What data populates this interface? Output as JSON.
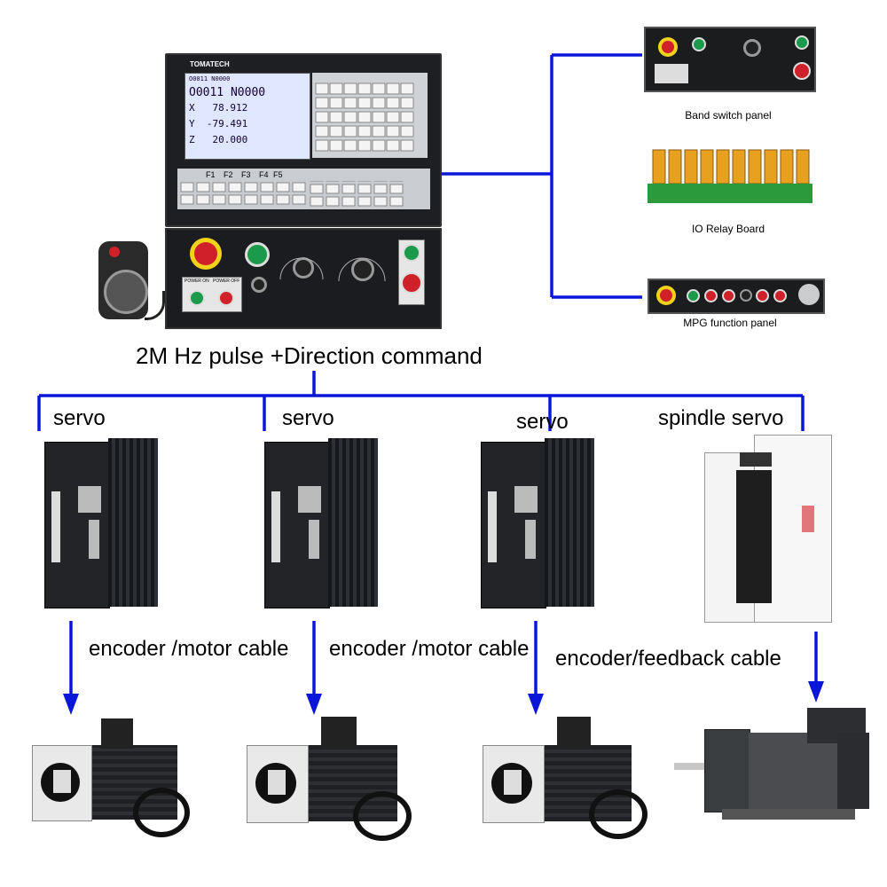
{
  "labels": {
    "pulse_command": "2M Hz pulse +Direction command",
    "servo_1": "servo",
    "servo_2": "servo",
    "servo_3": "servo",
    "spindle_servo": "spindle servo",
    "cable_1": "encoder /motor cable",
    "cable_2": "encoder /motor cable",
    "cable_3": "encoder/feedback cable"
  },
  "panels": {
    "band_switch": "Band switch panel",
    "io_relay": "IO Relay Board",
    "mpg_function": "MPG function panel"
  },
  "controller": {
    "brand": "TOMATECH",
    "screen": {
      "header": "O0011 N0000",
      "program": "O0011",
      "sequence": "N0000",
      "axes": [
        {
          "name": "X",
          "value": "78.912"
        },
        {
          "name": "Y",
          "value": "-79.491"
        },
        {
          "name": "Z",
          "value": "20.000"
        }
      ]
    },
    "softkeys": [
      "F1",
      "F2",
      "F3",
      "F4",
      "F5"
    ],
    "power_on": "POWER ON",
    "power_off": "POWER OFF"
  },
  "colors": {
    "connector": "#0a16d8",
    "green_button": "#1a9a4a",
    "red_button": "#d0202a"
  }
}
